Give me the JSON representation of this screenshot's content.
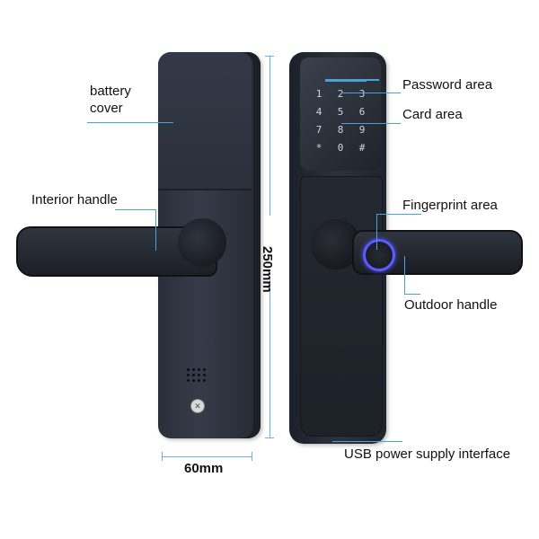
{
  "labels": {
    "battery_cover_line1": "battery",
    "battery_cover_line2": "cover",
    "interior_handle": "Interior handle",
    "password_area": "Password area",
    "card_area": "Card area",
    "fingerprint_area": "Fingerprint area",
    "outdoor_handle": "Outdoor handle",
    "usb_interface": "USB power supply interface"
  },
  "dimensions": {
    "height": "250mm",
    "width": "60mm"
  },
  "keypad": [
    "1",
    "2",
    "3",
    "4",
    "5",
    "6",
    "7",
    "8",
    "9",
    "*",
    "0",
    "#"
  ],
  "colors": {
    "callout_line": "#4aa3d8",
    "lock_body": "#2b303b",
    "fingerprint_ring": "#5b5bff"
  }
}
